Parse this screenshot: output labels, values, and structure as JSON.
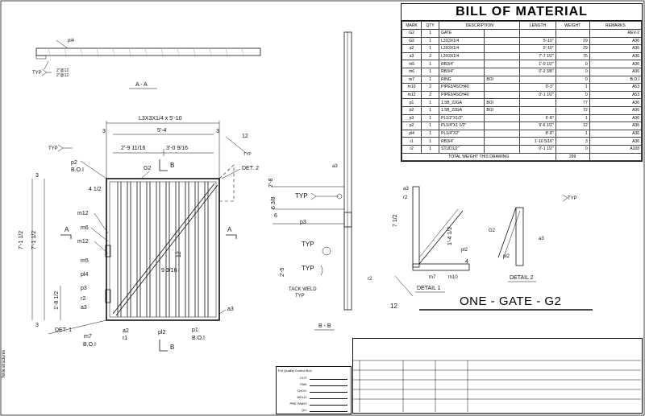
{
  "bom": {
    "title": "BILL OF MATERIAL",
    "headers": [
      "MARK",
      "QTY",
      "DESCRIPTION",
      "",
      "LENGTH",
      "WEIGHT",
      "REMARKS"
    ],
    "rows": [
      [
        "G2",
        "1",
        "GATE",
        "",
        "",
        "",
        "REV-2"
      ],
      [
        "G2",
        "1",
        "L3X3X1/4",
        "",
        "5'-10\"",
        "29",
        "A36"
      ],
      [
        "a2",
        "1",
        "L3X3X1/4",
        "",
        "5'-10\"",
        "29",
        "A36"
      ],
      [
        "a3",
        "2",
        "L3X3X1/4",
        "",
        "7'-7 1/2\"",
        "75",
        "A36"
      ],
      [
        "m5",
        "1",
        "RB3/4\"",
        "",
        "1'-0 1/2\"",
        "0",
        "A36"
      ],
      [
        "m6",
        "1",
        "RB3/4\"",
        "",
        "0'-2 3/8\"",
        "0",
        "A36"
      ],
      [
        "m7",
        "1",
        "RING",
        "BOI",
        "",
        "0",
        "B.O.I"
      ],
      [
        "m10",
        "2",
        "PIPE3/4SCH40",
        "",
        "0'-3\"",
        "1",
        "A53"
      ],
      [
        "m12",
        "2",
        "PIPE3/4SCH40",
        "",
        "0'-1 1/2\"",
        "0",
        "A53"
      ],
      [
        "p1",
        "1",
        "1.5B_22GA",
        "BOI",
        "",
        "77",
        "A36"
      ],
      [
        "p2",
        "1",
        "1.5B_22GA",
        "BOI",
        "",
        "72",
        "A36"
      ],
      [
        "p3",
        "1",
        "PL1/2\"X1/2\"",
        "",
        "6'-8\"",
        "1",
        "A36"
      ],
      [
        "p2",
        "1",
        "PL1/4\"X1 1/2\"",
        "",
        "9'-6 1/2\"",
        "12",
        "A36"
      ],
      [
        "pl4",
        "1",
        "PL1/4\"X2\"",
        "",
        "8'-8\"",
        "1",
        "A36"
      ],
      [
        "r1",
        "1",
        "RB3/4\"",
        "",
        "1'-10 5/16\"",
        "3",
        "A36"
      ],
      [
        "r2",
        "1",
        "STUD1/2\"",
        "",
        "0'-1 1/2\"",
        "0",
        "A108"
      ]
    ],
    "total_label": "TOTAL WEIGHT THIS DRAWING",
    "total_value": "299"
  },
  "drawing_title": "ONE - GATE - G2",
  "views": {
    "section_aa": "A - A",
    "section_bb": "B - B",
    "detail1": "DETAIL 1",
    "detail2": "DETAIL 2"
  },
  "labels": {
    "angle_size": "L3X3X1/4 x 5'-10",
    "dim_5_4": "5'-4",
    "dim_2_9": "2'-9 11/16",
    "dim_3_0": "3'-0 9/16",
    "dim_3a": "3",
    "dim_3b": "3",
    "dim_12": "12",
    "typ": "TYP",
    "p2_boi": "p2",
    "boi": "B.O.I",
    "g2": "G2",
    "det2": "DET. 2",
    "det1": "DET. 1",
    "h_7_1a": "7'-1 1/2",
    "h_7_1b": "7'-1 1/2",
    "h_1_8": "1'-8 1/2",
    "m12": "m12",
    "m6": "m6",
    "m12b": "m12",
    "m5": "m5",
    "pl4": "pl4",
    "p3": "p3",
    "r2": "r2",
    "a3": "a3",
    "a3r": "a3",
    "m7": "m7",
    "a2": "a2",
    "r1": "r1",
    "pl2": "pl2",
    "p1": "p1",
    "boi2": "B.O.I",
    "boi3": "B.O.I",
    "dim_4": "4 1/2",
    "dim_9": "9 3/16",
    "dim_12b": "12",
    "sec_a": "A",
    "sec_b": "B",
    "pl4_top": "pl4",
    "typ_weld_top": "TYP",
    "weld_2_12a": "2\"@12",
    "weld_2_12b": "2\"@12",
    "bb_a3": "a3",
    "bb_2_8": "2'-8",
    "bb_6": "6 3/8",
    "bb_6b": "6",
    "bb_typ": "TYP",
    "bb_p3": "p3",
    "bb_2_5": "2'-5",
    "bb_typ2": "TYP",
    "bb_typ3": "TYP",
    "bb_r2": "r2",
    "tack": "TACK WELD",
    "tack_typ": "TYP",
    "d1_a3": "a3",
    "d1_r2": "r2",
    "d1_7": "7 1/2",
    "d1_1_4": "1'-4 1/2",
    "d1_pl2": "pl2",
    "d1_m7": "m7",
    "d1_m10": "m10",
    "d1_12": "12",
    "d1_4": "4",
    "d2_g2": "G2",
    "d2_a3": "a3",
    "d2_pl2": "pl2",
    "d2_typ": "TYP"
  },
  "qc": {
    "title": "For Quality Control Box",
    "rows": [
      "CUT:",
      "FAB:",
      "CHCK:",
      "WELD:",
      "PRE PAINT:",
      "QC:"
    ]
  },
  "vertical_note": "Tekla structures"
}
